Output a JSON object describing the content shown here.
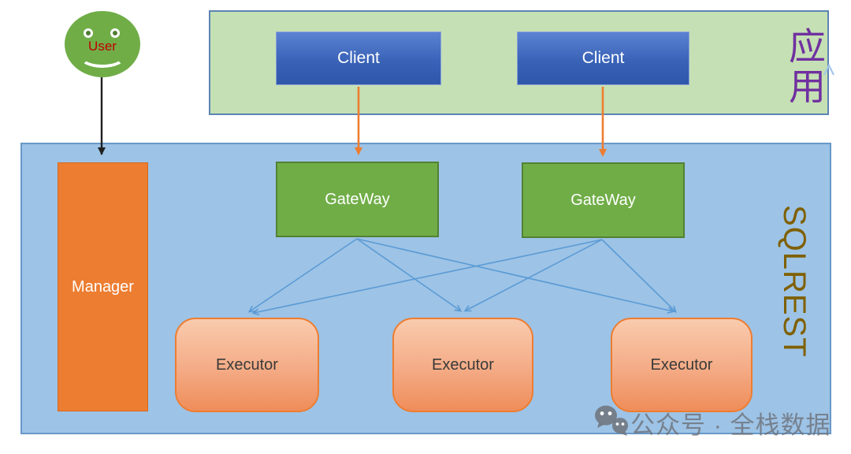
{
  "diagram": {
    "user": {
      "label": "User"
    },
    "app_layer": {
      "label": "应用",
      "clients": [
        {
          "label": "Client"
        },
        {
          "label": "Client"
        }
      ]
    },
    "sqlrest_layer": {
      "label": "SQLREST",
      "manager": {
        "label": "Manager"
      },
      "gateways": [
        {
          "label": "GateWay"
        },
        {
          "label": "GateWay"
        }
      ],
      "executors": [
        {
          "label": "Executor"
        },
        {
          "label": "Executor"
        },
        {
          "label": "Executor"
        }
      ]
    },
    "watermark": {
      "text": "公众号 · 全栈数据"
    },
    "colors": {
      "app_layer_fill": "#c5e0b4",
      "app_layer_border": "#5c84b4",
      "app_label_purple": "#7030a0",
      "client_blue_top": "#5b82d2",
      "client_blue_bottom": "#2e57a9",
      "sqlrest_fill": "#9dc3e6",
      "sqlrest_border": "#6898c8",
      "sqlrest_label_olive": "#7f6000",
      "manager_orange": "#ed7d31",
      "gateway_green": "#70ad47",
      "executor_peach_top": "#f9cbae",
      "executor_peach_bottom": "#ef8d5a",
      "flow_arrow_orange": "#ed7d31",
      "flow_arrow_blue": "#5b9bd5",
      "user_face_green": "#70ad47",
      "user_label_red": "#c00000",
      "watermark_gray": "#6e7278"
    }
  }
}
